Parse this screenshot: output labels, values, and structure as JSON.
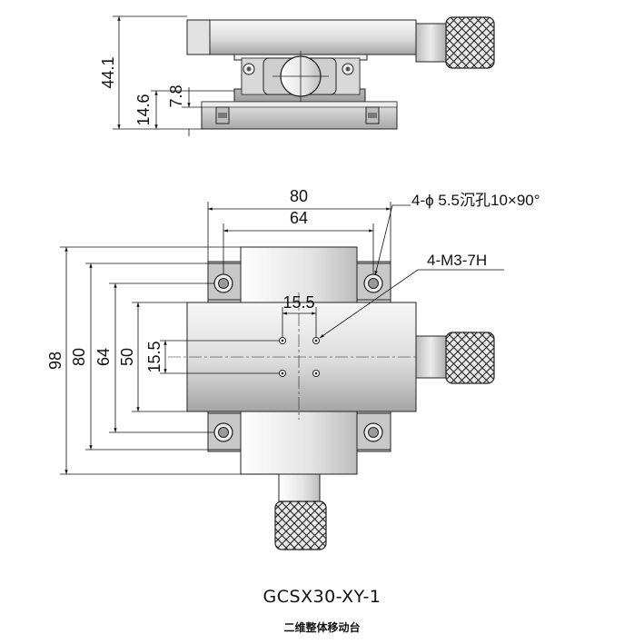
{
  "model": "GCSX30-XY-1",
  "product_name": "二维整体移动台",
  "side_view": {
    "dimensions": {
      "overall_height": "44.1",
      "base_height": "14.6",
      "flange_height": "7.8"
    }
  },
  "top_view": {
    "dimensions": {
      "base_width": "80",
      "hole_spacing_x": "64",
      "overall_height": "98",
      "base_height": "80",
      "hole_spacing_y": "64",
      "table_height": "50",
      "thread_spacing_y": "15.5",
      "thread_spacing_x": "15.5"
    },
    "callouts": {
      "counterbore": "4-ϕ 5.5沉孔10×90°",
      "thread": "4-M3-7H"
    }
  },
  "colors": {
    "body_light": "#f2f2f2",
    "body_dark": "#9a9a9a",
    "line": "#222222"
  }
}
